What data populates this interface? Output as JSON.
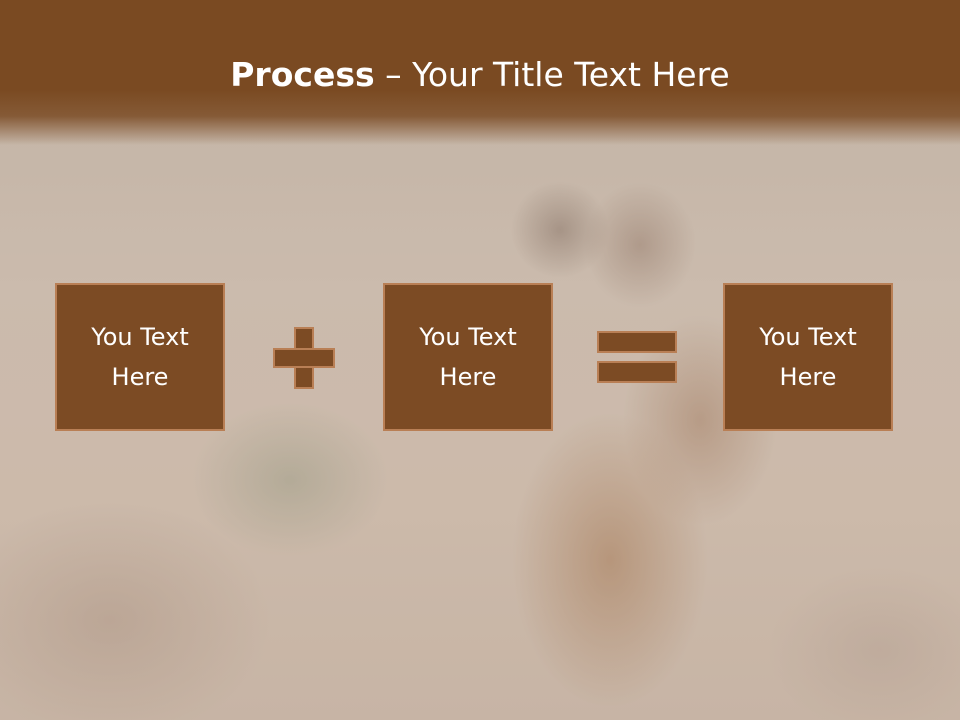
{
  "slide": {
    "title_bold": "Process",
    "title_rest": " – Your Title Text Here",
    "boxes": [
      {
        "line1": "You Text",
        "line2": "Here"
      },
      {
        "line1": "You Text",
        "line2": "Here"
      },
      {
        "line1": "You Text",
        "line2": "Here"
      }
    ],
    "operators": [
      "plus-icon",
      "equals-icon"
    ]
  },
  "colors": {
    "title_band": "#7a4a22",
    "box_fill": "#7c4b24",
    "box_border": "#b97f55",
    "text": "#ffffff"
  }
}
